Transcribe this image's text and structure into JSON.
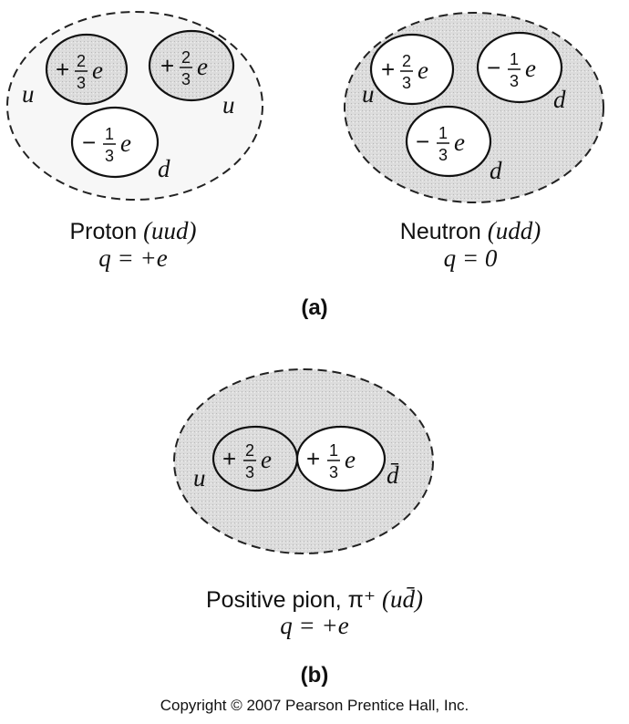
{
  "colors": {
    "shaded": "#d6d6d6",
    "light": "#f4f4f4",
    "white": "#ffffff",
    "ink": "#111111"
  },
  "proton": {
    "name": "Proton",
    "content": "(uud)",
    "charge": "q = +e",
    "quarks": [
      {
        "flavor": "u",
        "sign": "+",
        "num": "2",
        "den": "3",
        "unit": "e"
      },
      {
        "flavor": "u",
        "sign": "+",
        "num": "2",
        "den": "3",
        "unit": "e"
      },
      {
        "flavor": "d",
        "sign": "−",
        "num": "1",
        "den": "3",
        "unit": "e"
      }
    ]
  },
  "neutron": {
    "name": "Neutron",
    "content": "(udd)",
    "charge": "q = 0",
    "quarks": [
      {
        "flavor": "u",
        "sign": "+",
        "num": "2",
        "den": "3",
        "unit": "e"
      },
      {
        "flavor": "d",
        "sign": "−",
        "num": "1",
        "den": "3",
        "unit": "e"
      },
      {
        "flavor": "d",
        "sign": "−",
        "num": "1",
        "den": "3",
        "unit": "e"
      }
    ]
  },
  "part_a": "(a)",
  "pion": {
    "name": "Positive pion, π⁺",
    "content": "(ud̄)",
    "charge": "q = +e",
    "quarks": [
      {
        "flavor": "u",
        "sign": "+",
        "num": "2",
        "den": "3",
        "unit": "e"
      },
      {
        "flavor": "d̄",
        "sign": "+",
        "num": "1",
        "den": "3",
        "unit": "e"
      }
    ]
  },
  "part_b": "(b)",
  "copyright": "Copyright © 2007 Pearson Prentice Hall, Inc."
}
